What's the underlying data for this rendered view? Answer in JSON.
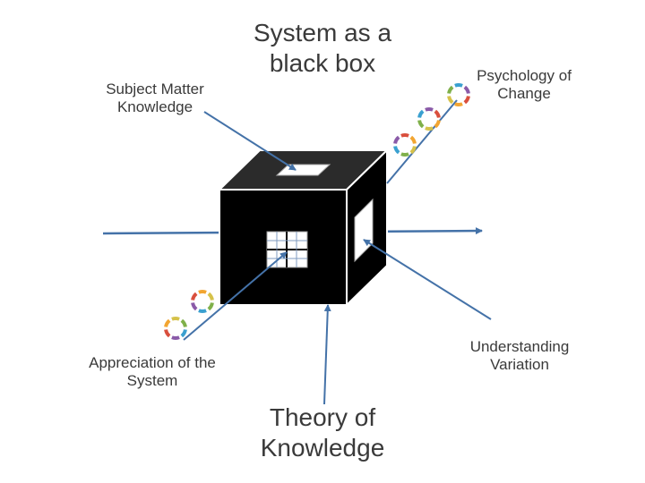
{
  "labels": {
    "subject_matter": "Subject Matter Knowledge",
    "system_black_box": "System as a black box",
    "psychology": "Psychology of Change",
    "understanding_variation": "Understanding Variation",
    "appreciation_system": "Appreciation of the System",
    "theory_knowledge": "Theory of Knowledge"
  },
  "colors": {
    "arrow": "#4472a8",
    "cube_face": "#000000",
    "cube_top": "#2b2b2b",
    "cycle": [
      "#d94f3d",
      "#f2a531",
      "#d6c24a",
      "#7fb04a",
      "#3aa0d0",
      "#8a5aa8"
    ]
  }
}
